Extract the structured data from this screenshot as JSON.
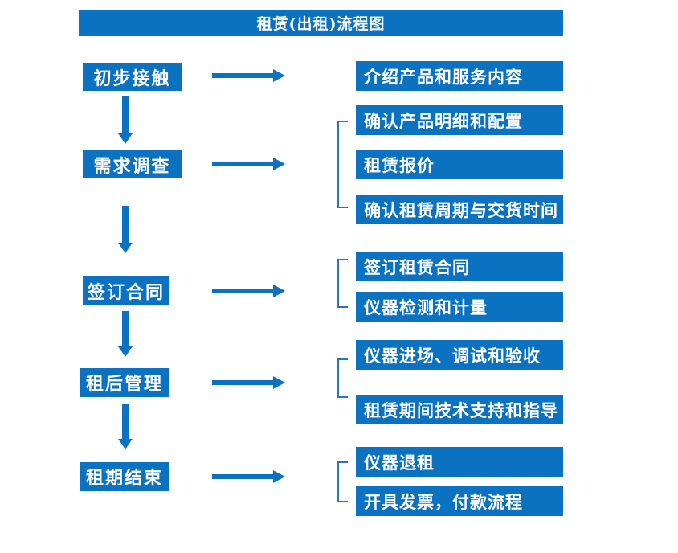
{
  "title": "租赁(出租)流程图",
  "colors": {
    "primary": "#0b72c2",
    "connector": "#2e74b5",
    "text_on_primary": "#ffffff",
    "background": "#ffffff"
  },
  "steps": [
    {
      "label": "初步接触",
      "details": [
        "介绍产品和服务内容"
      ]
    },
    {
      "label": "需求调查",
      "details": [
        "确认产品明细和配置",
        "租赁报价",
        "确认租赁周期与交货时间"
      ]
    },
    {
      "label": "签订合同",
      "details": [
        "签订租赁合同",
        "仪器检测和计量"
      ]
    },
    {
      "label": "租后管理",
      "details": [
        "仪器进场、调试和验收",
        "租赁期间技术支持和指导"
      ]
    },
    {
      "label": "租期结束",
      "details": [
        "仪器退租",
        "开具发票，付款流程"
      ]
    }
  ]
}
